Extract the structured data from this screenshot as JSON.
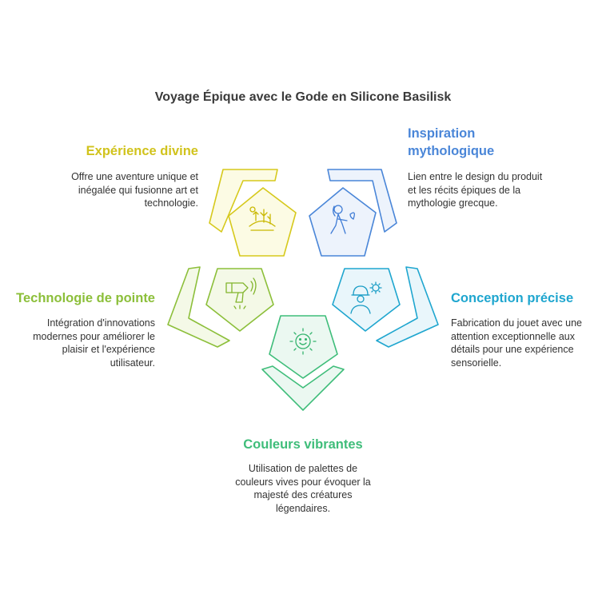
{
  "title": "Voyage Épique avec le Gode en Silicone Basilisk",
  "colors": {
    "yellow": "#d6c91c",
    "blue": "#4a86d8",
    "cyan": "#1fa6cf",
    "green": "#3fbd7a",
    "lime": "#8cbf3a"
  },
  "segments": {
    "divine": {
      "heading": "Expérience divine",
      "desc": [
        "Offre une aventure unique et",
        "inégalée qui fusionne art et",
        "technologie."
      ],
      "icon": "garden-icon"
    },
    "mythology": {
      "heading": [
        "Inspiration",
        "mythologique"
      ],
      "desc": [
        "Lien entre le design du produit",
        "et les récits épiques de la",
        "mythologie grecque."
      ],
      "icon": "goddess-icon"
    },
    "precision": {
      "heading": "Conception précise",
      "desc": [
        "Fabrication du jouet avec une",
        "attention exceptionnelle aux",
        "détails pour une expérience",
        "sensorielle."
      ],
      "icon": "engineer-gear-icon"
    },
    "colors": {
      "heading": "Couleurs vibrantes",
      "desc": [
        "Utilisation de palettes de",
        "couleurs vives pour évoquer la",
        "majesté des créatures",
        "légendaires."
      ],
      "icon": "sun-icon"
    },
    "tech": {
      "heading": "Technologie de pointe",
      "desc": [
        "Intégration d'innovations",
        "modernes pour améliorer le",
        "plaisir et l'expérience",
        "utilisateur."
      ],
      "icon": "drill-icon"
    }
  }
}
